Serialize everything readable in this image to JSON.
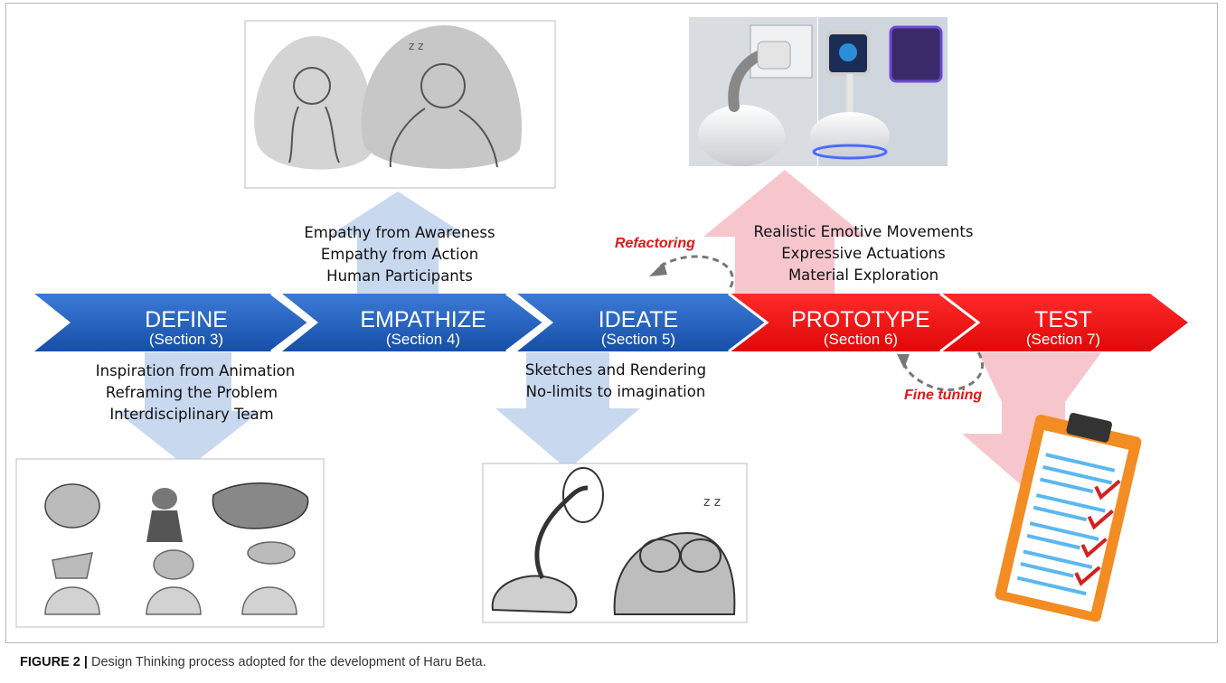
{
  "stages": [
    {
      "name": "DEFINE",
      "section": "(Section 3)",
      "color": "#1f5fbf"
    },
    {
      "name": "EMPATHIZE",
      "section": "(Section 4)",
      "color": "#1f5fbf"
    },
    {
      "name": "IDEATE",
      "section": "(Section 5)",
      "color": "#1f5fbf"
    },
    {
      "name": "PROTOTYPE",
      "section": "(Section 6)",
      "color": "#ee1111"
    },
    {
      "name": "TEST",
      "section": "(Section 7)",
      "color": "#ee1111"
    }
  ],
  "notes": {
    "define": [
      "Inspiration from Animation",
      "Reframing the Problem",
      "Interdisciplinary Team"
    ],
    "empathize": [
      "Empathy from Awareness",
      "Empathy from Action",
      "Human Participants"
    ],
    "ideate": [
      "Sketches and Rendering",
      "No-limits to imagination"
    ],
    "prototype": [
      "Realistic Emotive Movements",
      "Expressive Actuations",
      "Material Exploration"
    ]
  },
  "loops": {
    "refactoring": "Refactoring",
    "fine_tuning": "Fine tuning"
  },
  "caption": {
    "label": "FIGURE 2 |",
    "text": " Design Thinking process adopted for the development of Haru Beta."
  },
  "colors": {
    "blue_stage": "#1f5fbf",
    "red_stage": "#ee1111",
    "light_blue_arrow": "#c5d6ee",
    "light_pink_arrow": "#f6c3cb"
  }
}
